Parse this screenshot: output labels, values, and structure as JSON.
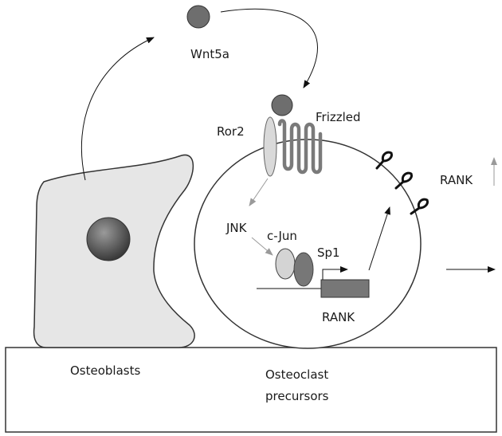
{
  "labels": {
    "wnt5a": "Wnt5a",
    "frizzled": "Frizzled",
    "ror2": "Ror2",
    "rank_receptor": "RANK",
    "jnk": "JNK",
    "cjun": "c-Jun",
    "sp1": "Sp1",
    "rank_gene": "RANK",
    "osteoblasts": "Osteoblasts",
    "osteoclast_line1": "Osteoclast",
    "osteoclast_line2": "precursors"
  },
  "colors": {
    "ligand": "#6e6e6e",
    "osteoblast_fill": "#e6e6e6",
    "nucleus": "#555555",
    "ror2_fill": "#d9d9d9",
    "frizzled_stroke": "#7a7a7a",
    "cjun_fill": "#d4d4d4",
    "sp1_fill": "#777777",
    "gene_box": "#777777",
    "gray_arrow": "#9a9a9a"
  }
}
